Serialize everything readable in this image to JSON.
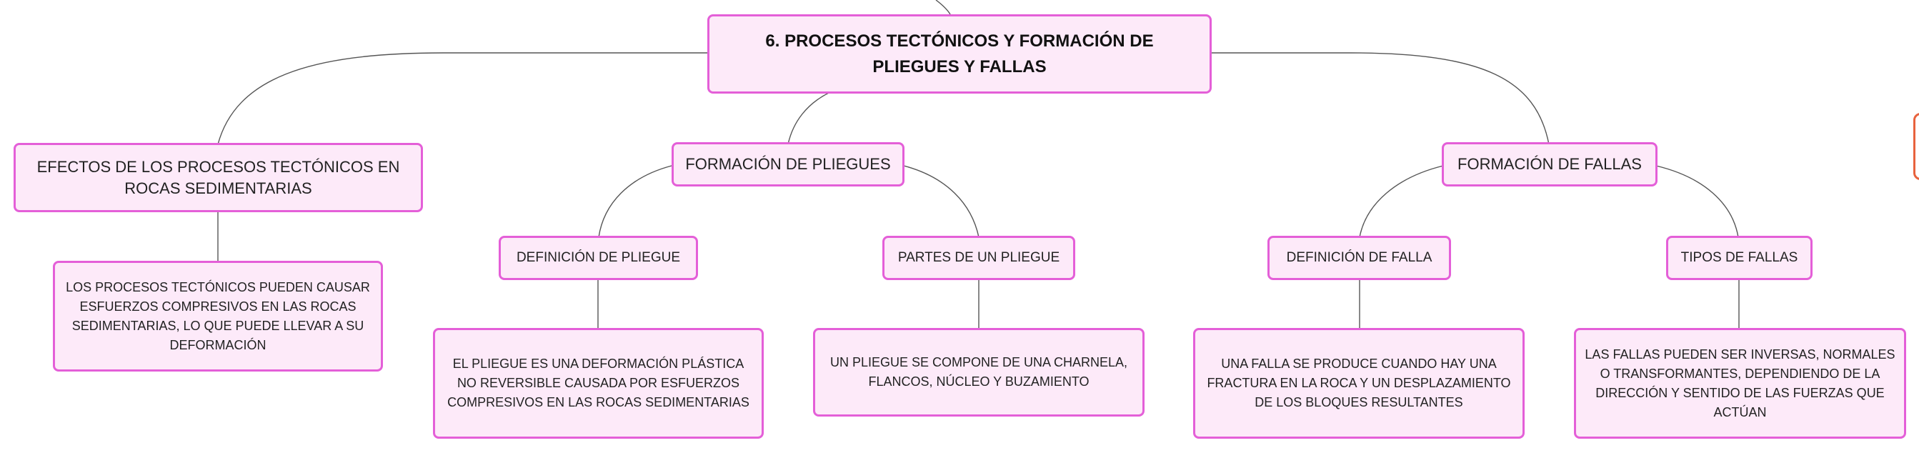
{
  "diagram": {
    "title": "6. PROCESOS TECTÓNICOS Y FORMACIÓN DE PLIEGUES Y FALLAS",
    "branches": {
      "effects": {
        "label": "EFECTOS DE LOS PROCESOS TECTÓNICOS EN ROCAS SEDIMENTARIAS",
        "detail": "LOS PROCESOS TECTÓNICOS PUEDEN CAUSAR ESFUERZOS COMPRESIVOS EN LAS ROCAS SEDIMENTARIAS, LO QUE PUEDE LLEVAR A SU DEFORMACIÓN"
      },
      "folds": {
        "label": "FORMACIÓN DE PLIEGUES",
        "definition": {
          "label": "DEFINICIÓN DE PLIEGUE",
          "detail": "EL PLIEGUE ES UNA DEFORMACIÓN PLÁSTICA NO REVERSIBLE CAUSADA POR ESFUERZOS COMPRESIVOS EN LAS ROCAS SEDIMENTARIAS"
        },
        "parts": {
          "label": "PARTES DE UN PLIEGUE",
          "detail": "UN PLIEGUE SE COMPONE DE UNA CHARNELA, FLANCOS, NÚCLEO Y BUZAMIENTO"
        }
      },
      "faults": {
        "label": "FORMACIÓN DE FALLAS",
        "definition": {
          "label": "DEFINICIÓN DE FALLA",
          "detail": "UNA FALLA SE PRODUCE CUANDO HAY UNA FRACTURA EN LA ROCA Y UN DESPLAZAMIENTO DE LOS BLOQUES RESULTANTES"
        },
        "types": {
          "label": "TIPOS DE FALLAS",
          "detail": "LAS FALLAS PUEDEN SER INVERSAS, NORMALES O TRANSFORMANTES, DEPENDIENDO DE LA DIRECCIÓN Y SENTIDO DE LAS FUERZAS QUE ACTÚAN"
        }
      }
    },
    "colors": {
      "node_fill": "#fdeaf9",
      "node_border": "#e45fd8",
      "connector": "#555555",
      "edge_tab": "#e8623d"
    }
  }
}
